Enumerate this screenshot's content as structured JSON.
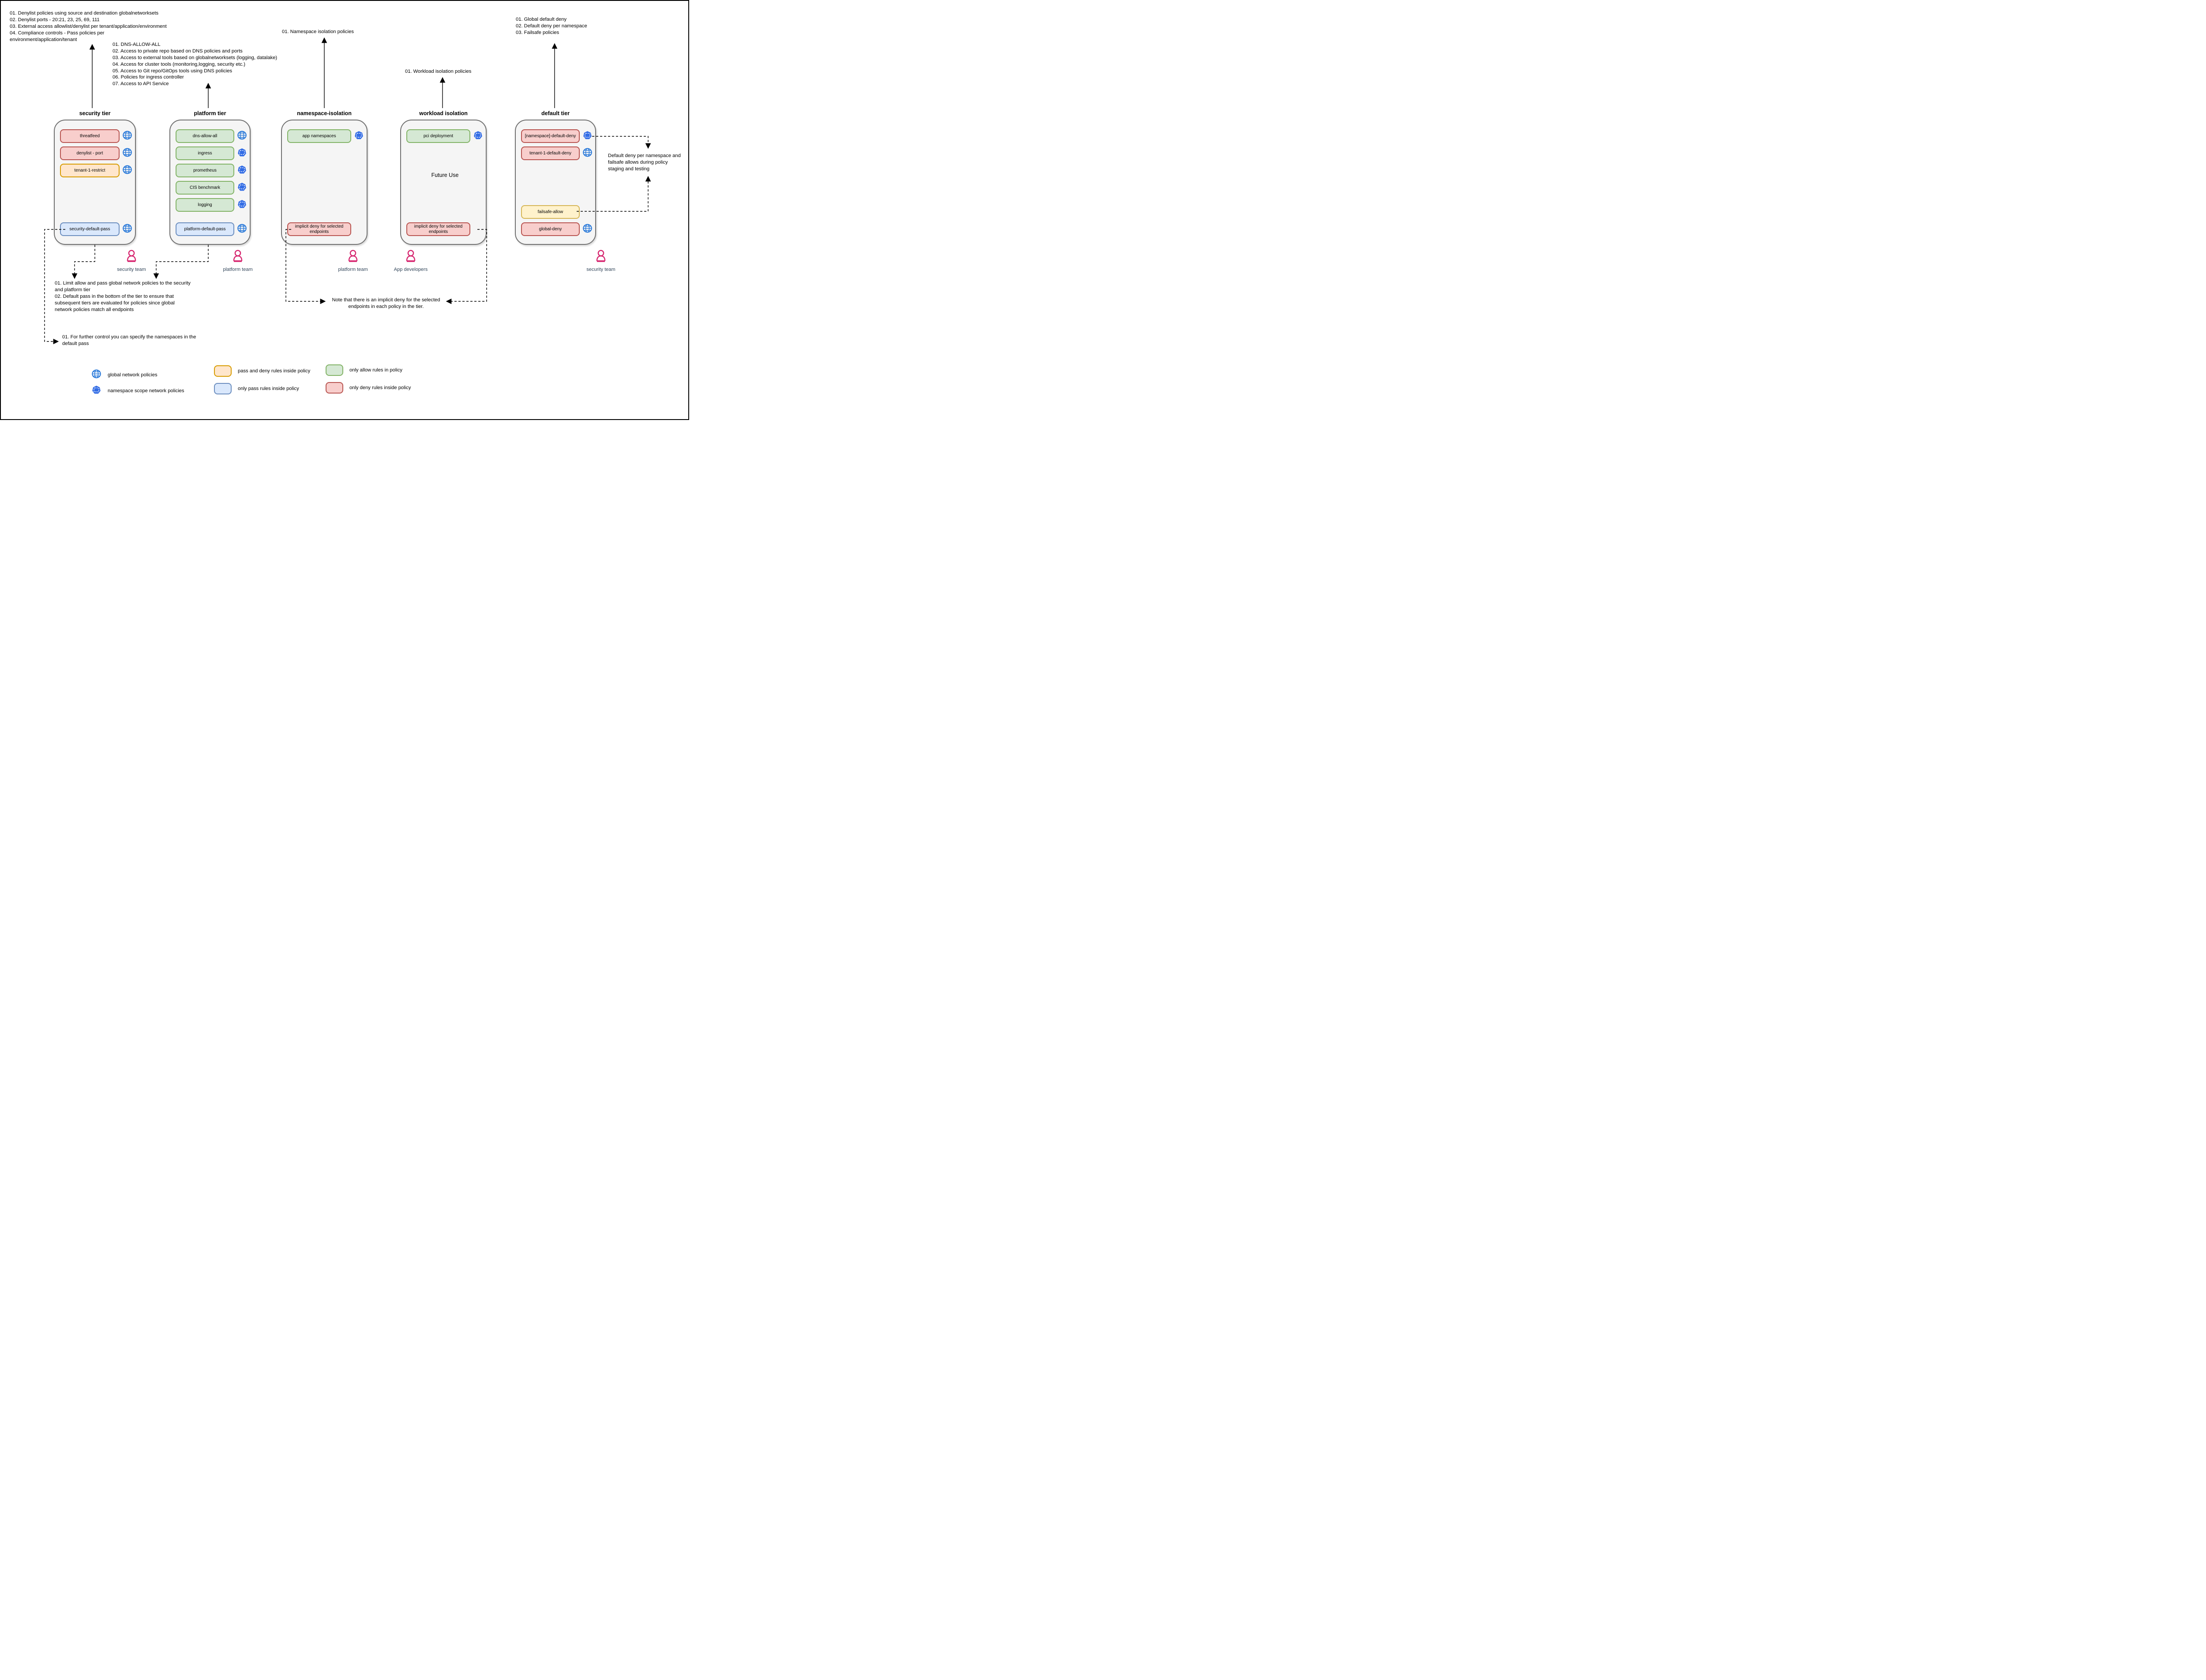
{
  "annotations": {
    "security_note": "01. Denylist policies using source and destination globalnetworksets\n02. Denylist ports - 20:21, 23, 25, 69, 111\n03. External access allowlist/denylist per tenant/application/environment\n04. Compliance controls - Pass policies per\nenvironment/application/tenant",
    "platform_note": "01. DNS-ALLOW-ALL\n02. Access to private repo based on DNS policies and ports\n03. Access to external tools based on globalnetworksets (logging, datalake)\n04. Access for cluster tools (monitoring,logging, security etc.)\n05. Access to Git repo/GitOps tools using DNS policies\n06. Policies for ingress controller\n07. Access to API Service",
    "namespace_note": "01. Namespace isolation policies",
    "workload_note": "01. Workload isolation policies",
    "default_note": "01. Global default deny\n02. Default deny per namespace\n03. Failsafe policies",
    "staging_note": "Default deny per namespace and\nfailsafe allows during policy\nstaging and testing",
    "limit_note": "01. Limit allow and pass global network policies to the security\nand platform tier\n02. Default pass in the bottom of the tier to ensure that\nsubsequent tiers are evaluated for policies since global\nnetwork policies match all endpoints",
    "further_note": "01. For further control you can specify the namespaces in the\ndefault pass",
    "implicit_note": "Note that there is an implicit deny for the selected\nendpoints in each policy in the tier."
  },
  "tiers": [
    {
      "id": "security",
      "title": "security tier",
      "policies": [
        {
          "label": "threatfeed",
          "color": "red",
          "icon": "globe-icon",
          "section": "top"
        },
        {
          "label": "denylist - port",
          "color": "red",
          "icon": "globe-icon",
          "section": "top"
        },
        {
          "label": "tenant-1-restrict",
          "color": "orange",
          "icon": "globe-icon",
          "section": "top"
        },
        {
          "label": "security-default-pass",
          "color": "blue",
          "icon": "globe-icon",
          "section": "bottom"
        }
      ],
      "center_label": ""
    },
    {
      "id": "platform",
      "title": "platform tier",
      "policies": [
        {
          "label": "dns-allow-all",
          "color": "green",
          "icon": "globe-icon",
          "section": "top"
        },
        {
          "label": "ingress",
          "color": "green",
          "icon": "namespace-icon",
          "section": "top"
        },
        {
          "label": "prometheus",
          "color": "green",
          "icon": "namespace-icon",
          "section": "top"
        },
        {
          "label": "CIS benchmark",
          "color": "green",
          "icon": "namespace-icon",
          "section": "top"
        },
        {
          "label": "logging",
          "color": "green",
          "icon": "namespace-icon",
          "section": "top"
        },
        {
          "label": "platform-default-pass",
          "color": "blue",
          "icon": "globe-icon",
          "section": "bottom"
        }
      ],
      "center_label": ""
    },
    {
      "id": "namespace-isolation",
      "title": "namespace-isolation",
      "policies": [
        {
          "label": "app namespaces",
          "color": "green",
          "icon": "namespace-icon",
          "section": "top"
        },
        {
          "label": "implicit deny for selected endpoints",
          "color": "red",
          "icon": null,
          "section": "bottom"
        }
      ],
      "center_label": ""
    },
    {
      "id": "workload-isolation",
      "title": "workload isolation",
      "policies": [
        {
          "label": "pci deployment",
          "color": "green",
          "icon": "namespace-icon",
          "section": "top"
        },
        {
          "label": "implicit deny for selected endpoints",
          "color": "red",
          "icon": null,
          "section": "bottom"
        }
      ],
      "center_label": "Future Use"
    },
    {
      "id": "default",
      "title": "default tier",
      "policies": [
        {
          "label": "[namespace]-default-deny",
          "color": "red",
          "icon": "namespace-icon",
          "section": "top"
        },
        {
          "label": "tenant-1-default-deny",
          "color": "red",
          "icon": "globe-icon",
          "section": "top"
        },
        {
          "label": "failsafe-allow",
          "color": "yellow",
          "icon": null,
          "section": "bottom"
        },
        {
          "label": "global-deny",
          "color": "red",
          "icon": "globe-icon",
          "section": "bottom"
        }
      ],
      "center_label": ""
    }
  ],
  "teams": [
    {
      "label": "security team"
    },
    {
      "label": "platform team"
    },
    {
      "label": "platform team"
    },
    {
      "label": "App developers"
    },
    {
      "label": "security team"
    }
  ],
  "legend": {
    "global_label": "global network policies",
    "namespace_label": "namespace scope network policies",
    "pass_deny_label": "pass and deny rules inside policy",
    "only_pass_label": "only pass rules inside policy",
    "only_allow_label": "only allow rules in policy",
    "only_deny_label": "only deny rules inside policy"
  },
  "colors": {
    "deny_fill": "#f8cecc",
    "deny_stroke": "#b85450",
    "pass_deny_fill": "#ffe6cc",
    "pass_deny_stroke": "#d79b00",
    "failsafe_fill": "#fff2cc",
    "failsafe_stroke": "#d6b656",
    "allow_fill": "#d5e8d4",
    "allow_stroke": "#82b366",
    "pass_fill": "#dae8fc",
    "pass_stroke": "#6c8ebf",
    "globe_blue": "#2979d9",
    "namespace_blue": "#326ce5",
    "person_pink": "#d6246e",
    "team_label": "#33475b",
    "tier_fill": "#f5f5f5",
    "tier_stroke": "#707070"
  }
}
